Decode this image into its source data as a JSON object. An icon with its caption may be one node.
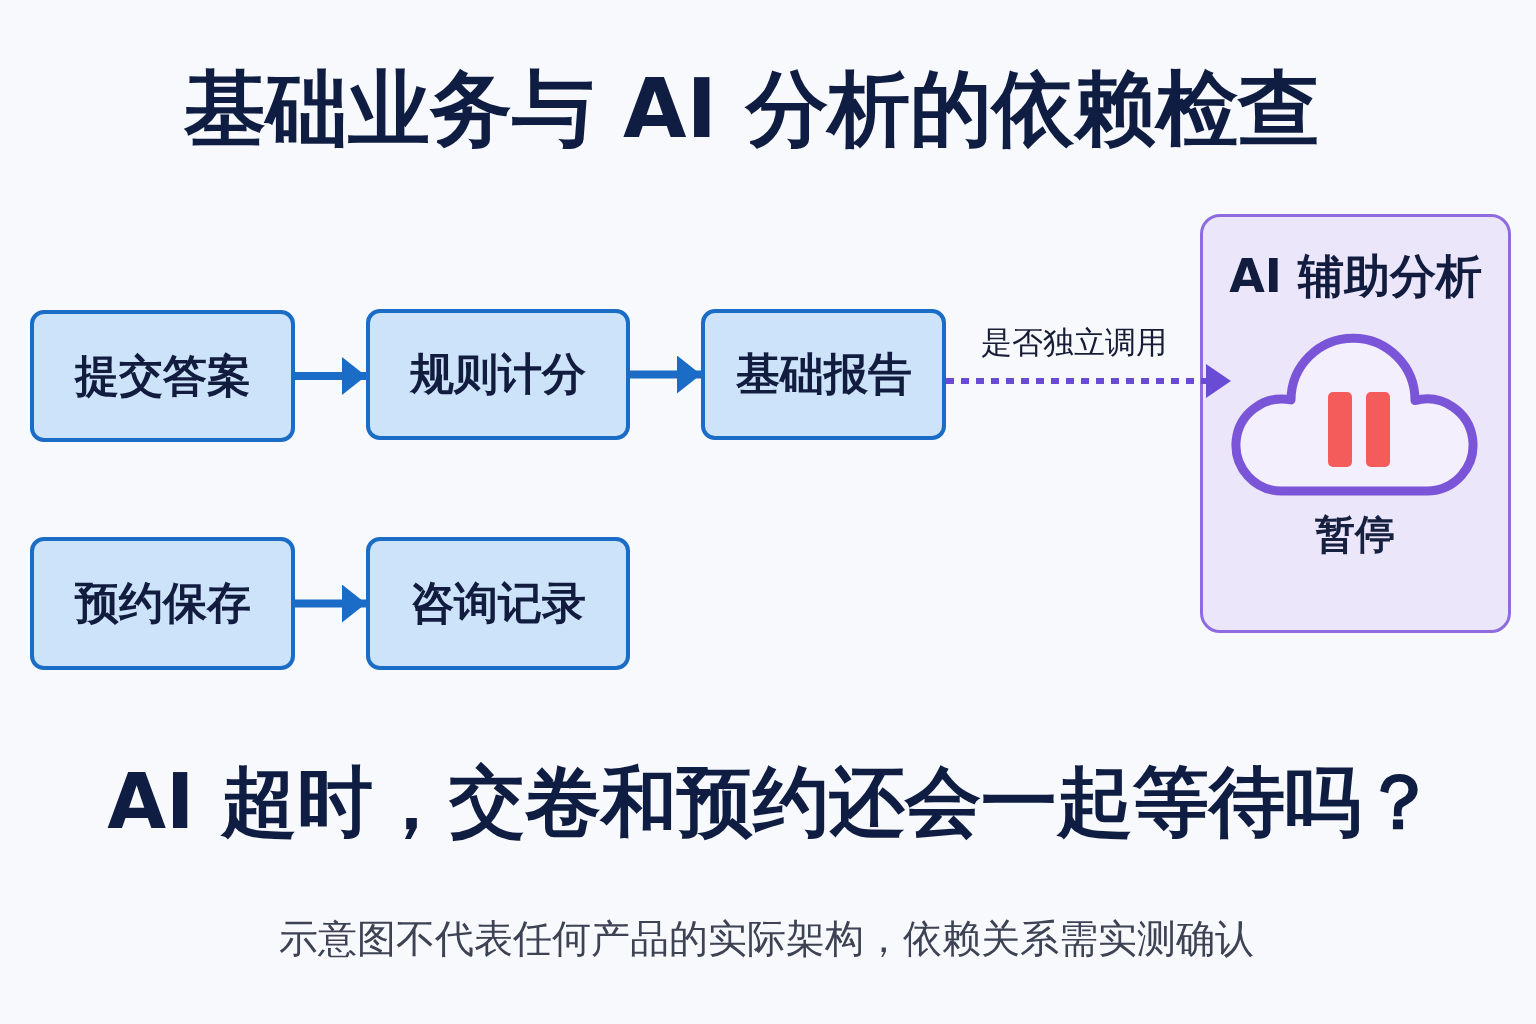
{
  "diagram": {
    "title": "基础业务与 AI 分析的依赖检查",
    "caption": "示意图不代表任何产品的实际架构，依赖关系需实测确认",
    "nodes": [
      {
        "text": [
          "提交答案"
        ]
      },
      {
        "text": [
          "规则计分"
        ]
      },
      {
        "text": [
          "基础报告"
        ]
      },
      {
        "text": [
          "AI 辅助分析"
        ]
      },
      {
        "text": [],
        "shape": "cloud",
        "in": 3,
        "beside": [
          "暂停"
        ]
      },
      {
        "text": [
          "预约保存"
        ]
      },
      {
        "text": [
          "咨询记录"
        ]
      }
    ],
    "edges": [
      {
        "from": 0,
        "to": 1,
        "arrow": "to"
      },
      {
        "from": 1,
        "to": 2,
        "arrow": "to"
      },
      {
        "from": 2,
        "to": 4,
        "arrow": "to",
        "label": "是否独立调用",
        "style": "dashed",
        "color": "#6a4bd6"
      },
      {
        "from": 5,
        "to": 6,
        "arrow": "to"
      }
    ],
    "labels": [
      "AI 超时，交卷和预约还会一起等待吗？"
    ]
  }
}
